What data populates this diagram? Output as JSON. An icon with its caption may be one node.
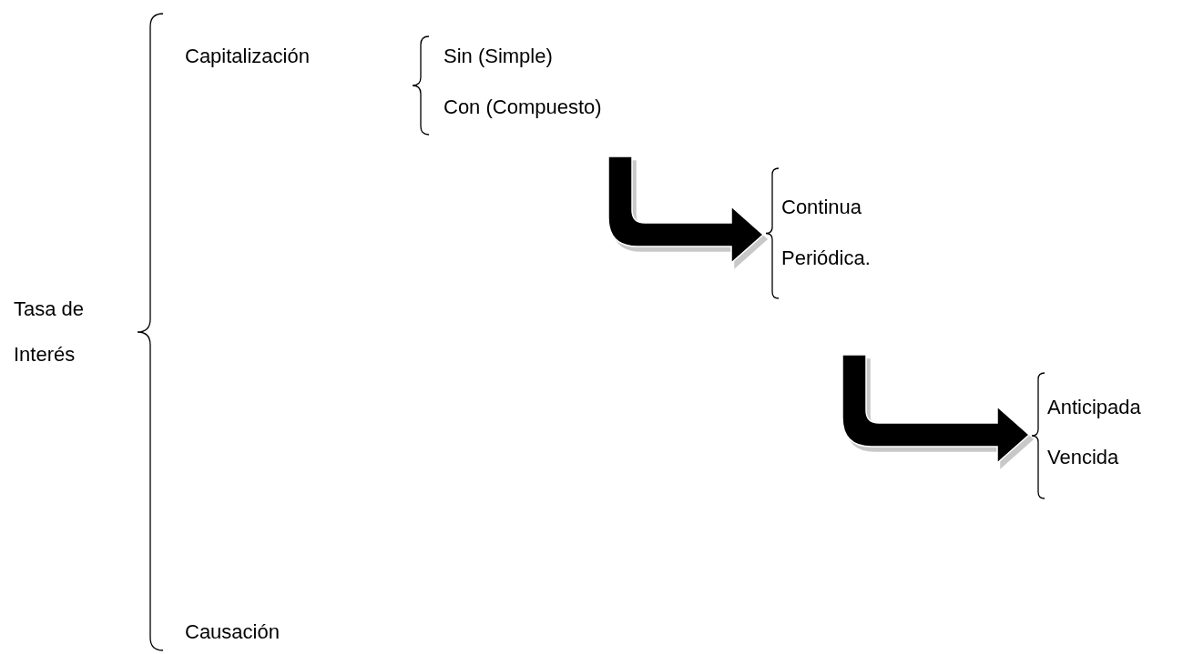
{
  "diagram": {
    "nodes": [
      {
        "text": [
          "Tasa de Interés"
        ]
      },
      {
        "text": [
          "Capitalización"
        ]
      },
      {
        "text": [
          "Sin (Simple)"
        ]
      },
      {
        "text": [
          "Con (Compuesto)"
        ]
      },
      {
        "text": [
          "Continua"
        ]
      },
      {
        "text": [
          "Periódica."
        ]
      },
      {
        "text": [
          "Anticipada"
        ]
      },
      {
        "text": [
          "Vencida"
        ]
      },
      {
        "text": [
          "Causación"
        ]
      }
    ],
    "edges": [
      {
        "from": null,
        "to": 4,
        "arrow": "to"
      },
      {
        "from": null,
        "to": 6,
        "arrow": "to"
      }
    ]
  }
}
